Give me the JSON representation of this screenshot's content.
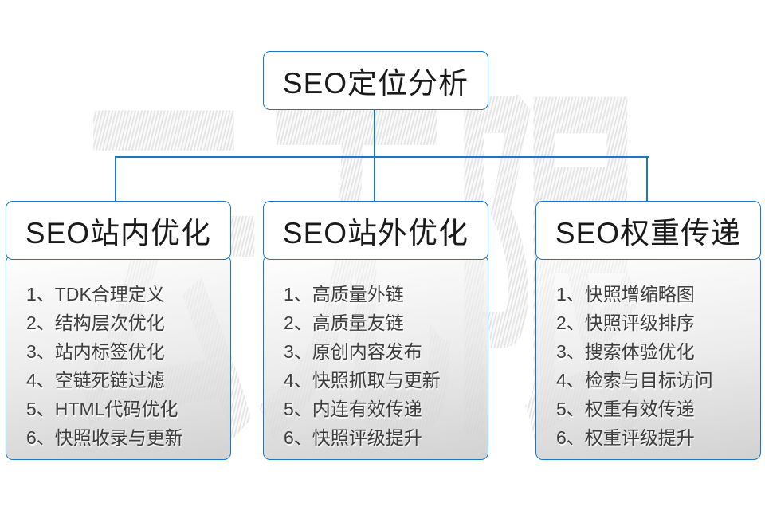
{
  "watermark": {
    "text": "云无限"
  },
  "colors": {
    "accent_blue": "#1777c8",
    "title_text": "#1a1a1a",
    "list_text": "#3d3d3d",
    "watermark_gray": "#ececec"
  },
  "diagram": {
    "root": {
      "title": "SEO定位分析"
    },
    "columns": [
      {
        "title": "SEO站内优化",
        "items": [
          "1、TDK合理定义",
          "2、结构层次优化",
          "3、站内标签优化",
          "4、空链死链过滤",
          "5、HTML代码优化",
          "6、快照收录与更新"
        ]
      },
      {
        "title": "SEO站外优化",
        "items": [
          "1、高质量外链",
          "2、高质量友链",
          "3、原创内容发布",
          "4、快照抓取与更新",
          "5、内连有效传递",
          "6、快照评级提升"
        ]
      },
      {
        "title": "SEO权重传递",
        "items": [
          "1、快照增缩略图",
          "2、快照评级排序",
          "3、搜索体验优化",
          "4、检索与目标访问",
          "5、权重有效传递",
          "6、权重评级提升"
        ]
      }
    ]
  }
}
